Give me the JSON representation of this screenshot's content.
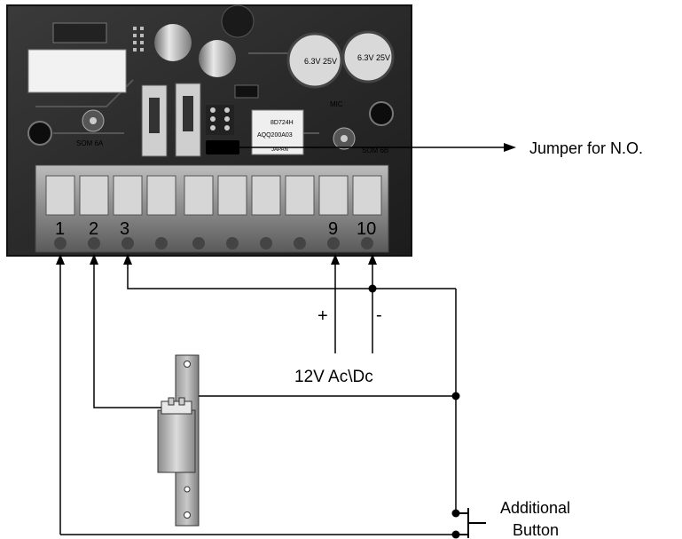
{
  "terminals": {
    "t1": "1",
    "t2": "2",
    "t3": "3",
    "t9": "9",
    "t10": "10"
  },
  "jumper_label": "Jumper for N.O.",
  "power": {
    "plus": "+",
    "minus": "-",
    "label": "12V Ac\\Dc"
  },
  "button_label": {
    "line1": "Additional",
    "line2": "Button"
  },
  "board_markings": {
    "relay_top": "8D724H",
    "relay_model": "AQQ200A03",
    "relay_origin": "JAPAN",
    "cap_text": "6.3V 25V",
    "mic": "MIC",
    "left_pot": "SOM 6A",
    "right_pot": "SOM 6B"
  }
}
